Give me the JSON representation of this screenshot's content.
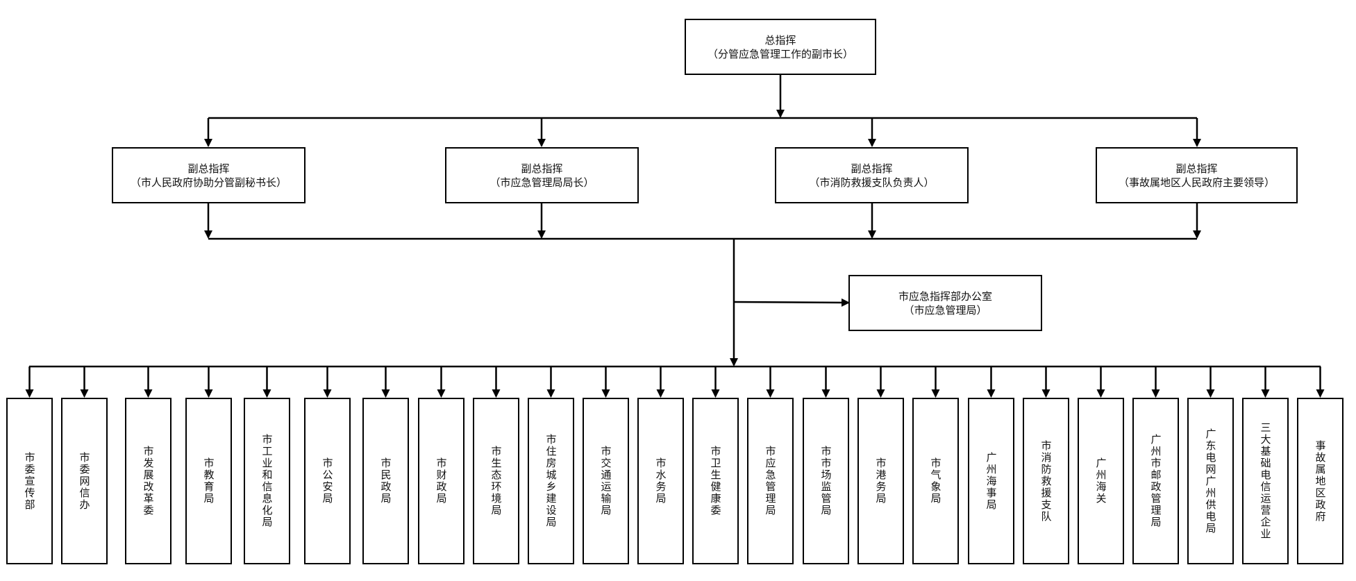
{
  "commander": {
    "title": "总指挥",
    "subtitle": "（分管应急管理工作的副市长）"
  },
  "deputies": [
    {
      "title": "副总指挥",
      "subtitle": "（市人民政府协助分管副秘书长）"
    },
    {
      "title": "副总指挥",
      "subtitle": "（市应急管理局局长）"
    },
    {
      "title": "副总指挥",
      "subtitle": "（市消防救援支队负责人）"
    },
    {
      "title": "副总指挥",
      "subtitle": "（事故属地区人民政府主要领导）"
    }
  ],
  "office": {
    "title": "市应急指挥部办公室",
    "subtitle": "（市应急管理局）"
  },
  "units": [
    "市委宣传部",
    "市委网信办",
    "市发展改革委",
    "市教育局",
    "市工业和信息化局",
    "市公安局",
    "市民政局",
    "市财政局",
    "市生态环境局",
    "市住房城乡建设局",
    "市交通运输局",
    "市水务局",
    "市卫生健康委",
    "市应急管理局",
    "市市场监管局",
    "市港务局",
    "市气象局",
    "广州海事局",
    "市消防救援支队",
    "广州海关",
    "广州市邮政管理局",
    "广东电网广州供电局",
    "三大基础电信运营企业",
    "事故属地区政府"
  ]
}
